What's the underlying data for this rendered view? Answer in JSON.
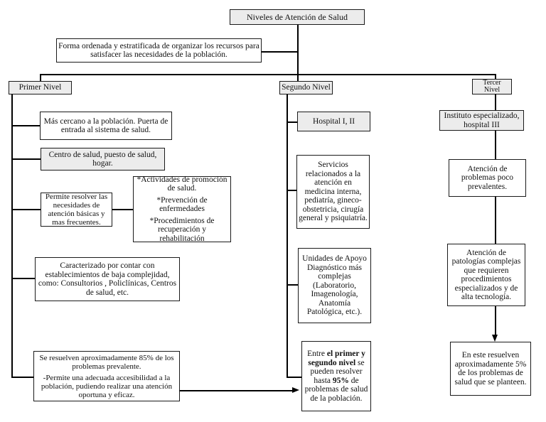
{
  "title_box": "Niveles de Atención de Salud",
  "definition_box": "Forma ordenada y estratificada de organizar los recursos para satisfacer las necesidades de la población.",
  "levels": {
    "primer": {
      "header": "Primer Nivel",
      "closest": "Más cercano a la población. Puerta de entrada al sistema de salud.",
      "facilities": "Centro de salud, puesto de salud, hogar.",
      "needs": "Permite resolver las necesidades de atención básicas y mas frecuentes.",
      "activities_lines": [
        "*Actividades de promoción de salud.",
        "*Prevención de enfermedades",
        "*Procedimientos de recuperación y rehabilitación"
      ],
      "complexity": "Caracterizado por contar con establecimientos de baja complejidad, como: Consultorios , Policlínicas, Centros de salud, etc.",
      "resolve_lines": [
        "Se resuelven aproximadamente 85% de los problemas prevalente.",
        "-Permite una adecuada accesibilidad a la población, pudiendo realizar una atención oportuna y eficaz."
      ]
    },
    "segundo": {
      "header": "Segundo Nivel",
      "hospital": "Hospital I, II",
      "services": "Servicios relacionados a la atención en medicina interna, pediatría, gineco-obstetricia, cirugía general y psiquiatría.",
      "support_units": "Unidades de Apoyo Diagnóstico más complejas (Laboratorio, Imagenología, Anatomía Patológica, etc.).",
      "resolve_rich": [
        {
          "text": "Entre ",
          "bold": false
        },
        {
          "text": "el primer y segundo nivel",
          "bold": true
        },
        {
          "text": " se pueden resolver hasta ",
          "bold": false
        },
        {
          "text": "95%",
          "bold": true
        },
        {
          "text": " de problemas de salud de la población.",
          "bold": false
        }
      ]
    },
    "tercer": {
      "header": "Tercer Nivel",
      "institute": "Instituto especializado, hospital III",
      "rare": "Atención de problemas poco prevalentes.",
      "pathologies": "Atención de patologías complejas que requieren procedimientos especializados y de alta tecnología.",
      "resolve": "En este resuelven aproximadamente 5% de los problemas de salud que se planteen."
    }
  },
  "colors": {
    "shaded_fill": "#ececec",
    "plain_fill": "#ffffff",
    "line": "#000000"
  }
}
